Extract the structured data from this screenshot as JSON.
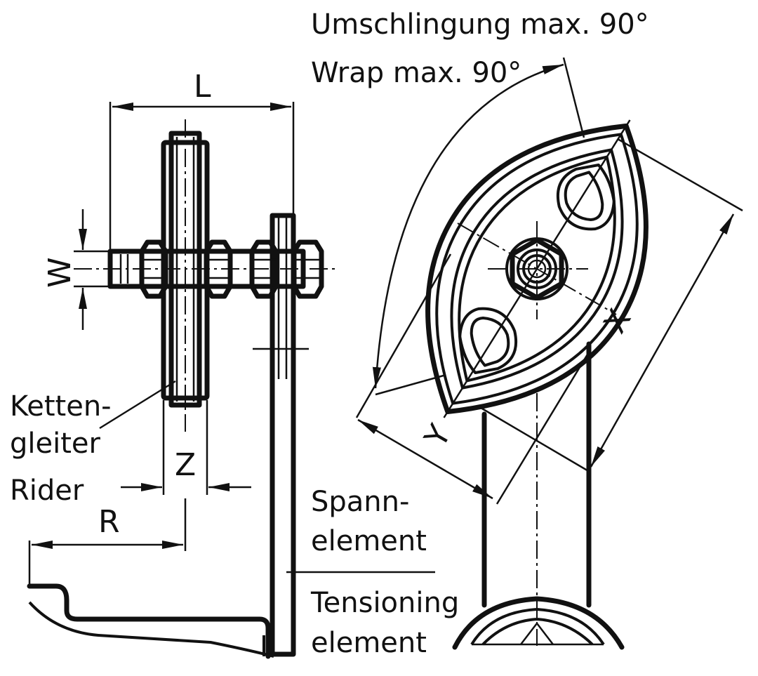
{
  "labels": {
    "wrap_de": "Umschlingung max. 90°",
    "wrap_en": "Wrap max. 90°",
    "dim_L": "L",
    "dim_W": "W",
    "dim_Z": "Z",
    "dim_R": "R",
    "dim_X": "X",
    "dim_Y": "Y",
    "rider_de_1": "Ketten-",
    "rider_de_2": "gleiter",
    "rider_en": "Rider",
    "tension_de_1": "Spann-",
    "tension_de_2": "element",
    "tension_en_1": "Tensioning",
    "tension_en_2": "element"
  }
}
